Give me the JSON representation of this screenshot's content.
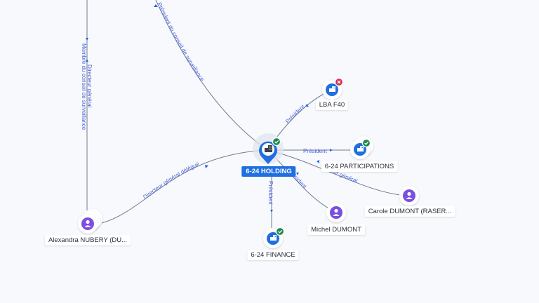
{
  "colors": {
    "company_blue": "#1f6fe0",
    "person_purple": "#7b4fe0",
    "status_ok": "#1e8a4a",
    "status_closed": "#d6304f",
    "edge": "#6f7a90",
    "edge_label": "#4a63d6"
  },
  "nodes": {
    "holding": {
      "label": "6-24 HOLDING",
      "icon": "building-icon",
      "status": "ok"
    },
    "lba": {
      "label": "LBA F40",
      "icon": "building-icon",
      "status": "closed"
    },
    "participations": {
      "label": "6-24 PARTICIPATIONS",
      "icon": "building-icon",
      "status": "ok"
    },
    "finance": {
      "label": "6-24 FINANCE",
      "icon": "building-icon",
      "status": "ok"
    },
    "carole": {
      "label": "Carole DUMONT (RASER...",
      "icon": "person-icon"
    },
    "michel": {
      "label": "Michel DUMONT",
      "icon": "person-icon"
    },
    "alexandra": {
      "label": "Alexandra NUBERY (DU...",
      "icon": "person-icon"
    }
  },
  "edges": {
    "pcs": "Président du conseil de surveillance",
    "membre": "Membre du conseil de surveillance",
    "dg": "Directeur général",
    "dgd": "Directeur général délégué",
    "pres_lba": "Président",
    "pres_part": "Président",
    "dg_carole": "...eur général",
    "pres_michel": "Président",
    "pres_finance": "Président"
  }
}
